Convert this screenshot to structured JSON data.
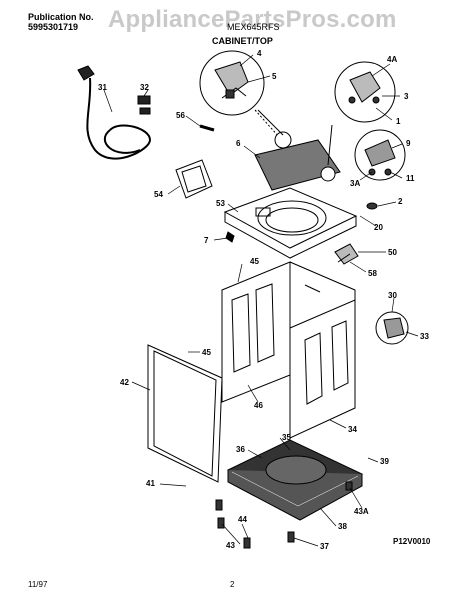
{
  "header": {
    "publication_label": "Publication No.",
    "publication_number": "5995301719",
    "model": "MEX645RFS",
    "section_title": "CABINET/TOP"
  },
  "watermark": "AppliancePartsPros.com",
  "diagram_code": "P12V0010",
  "footer": {
    "date": "11/97",
    "page": "2"
  },
  "callouts": [
    "4",
    "5",
    "4A",
    "3",
    "1",
    "31",
    "32",
    "56",
    "6",
    "9",
    "11",
    "3A",
    "54",
    "53",
    "2",
    "20",
    "7",
    "50",
    "58",
    "45",
    "30",
    "33",
    "45",
    "42",
    "46",
    "34",
    "35",
    "36",
    "39",
    "41",
    "38",
    "43A",
    "44",
    "43",
    "37"
  ]
}
